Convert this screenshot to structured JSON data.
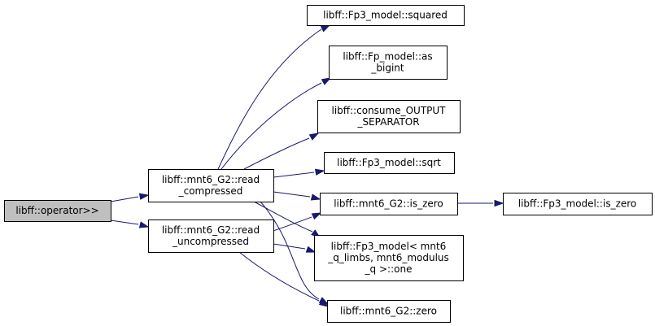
{
  "graph": {
    "nodes": {
      "operator": {
        "lines": [
          "libff::operator>>"
        ],
        "highlight": true
      },
      "read_compressed": {
        "lines": [
          "libff::mnt6_G2::read",
          "_compressed"
        ]
      },
      "read_uncompressed": {
        "lines": [
          "libff::mnt6_G2::read",
          "_uncompressed"
        ]
      },
      "fp3_squared": {
        "lines": [
          "libff::Fp3_model::squared"
        ]
      },
      "fp_as_bigint": {
        "lines": [
          "libff::Fp_model::as",
          "_bigint"
        ]
      },
      "consume_output_separator": {
        "lines": [
          "libff::consume_OUTPUT",
          "_SEPARATOR"
        ]
      },
      "fp3_sqrt": {
        "lines": [
          "libff::Fp3_model::sqrt"
        ]
      },
      "g2_is_zero": {
        "lines": [
          "libff::mnt6_G2::is_zero"
        ]
      },
      "fp3_is_zero": {
        "lines": [
          "libff::Fp3_model::is_zero"
        ]
      },
      "fp3_one": {
        "lines": [
          "libff::Fp3_model< mnt6",
          "_q_limbs, mnt6_modulus",
          "_q >::one"
        ]
      },
      "g2_zero": {
        "lines": [
          "libff::mnt6_G2::zero"
        ]
      }
    },
    "edges": [
      [
        "operator",
        "read_compressed"
      ],
      [
        "operator",
        "read_uncompressed"
      ],
      [
        "read_compressed",
        "fp3_squared"
      ],
      [
        "read_compressed",
        "fp_as_bigint"
      ],
      [
        "read_compressed",
        "consume_output_separator"
      ],
      [
        "read_compressed",
        "fp3_sqrt"
      ],
      [
        "read_compressed",
        "g2_is_zero"
      ],
      [
        "read_compressed",
        "fp3_one"
      ],
      [
        "read_compressed",
        "g2_zero"
      ],
      [
        "read_uncompressed",
        "g2_is_zero"
      ],
      [
        "read_uncompressed",
        "fp3_one"
      ],
      [
        "read_uncompressed",
        "g2_zero"
      ],
      [
        "g2_is_zero",
        "fp3_is_zero"
      ]
    ],
    "colors": {
      "edge": "#191970",
      "root_fill": "#bfbfbf",
      "node_fill": "#ffffff",
      "node_stroke": "#000000"
    }
  }
}
